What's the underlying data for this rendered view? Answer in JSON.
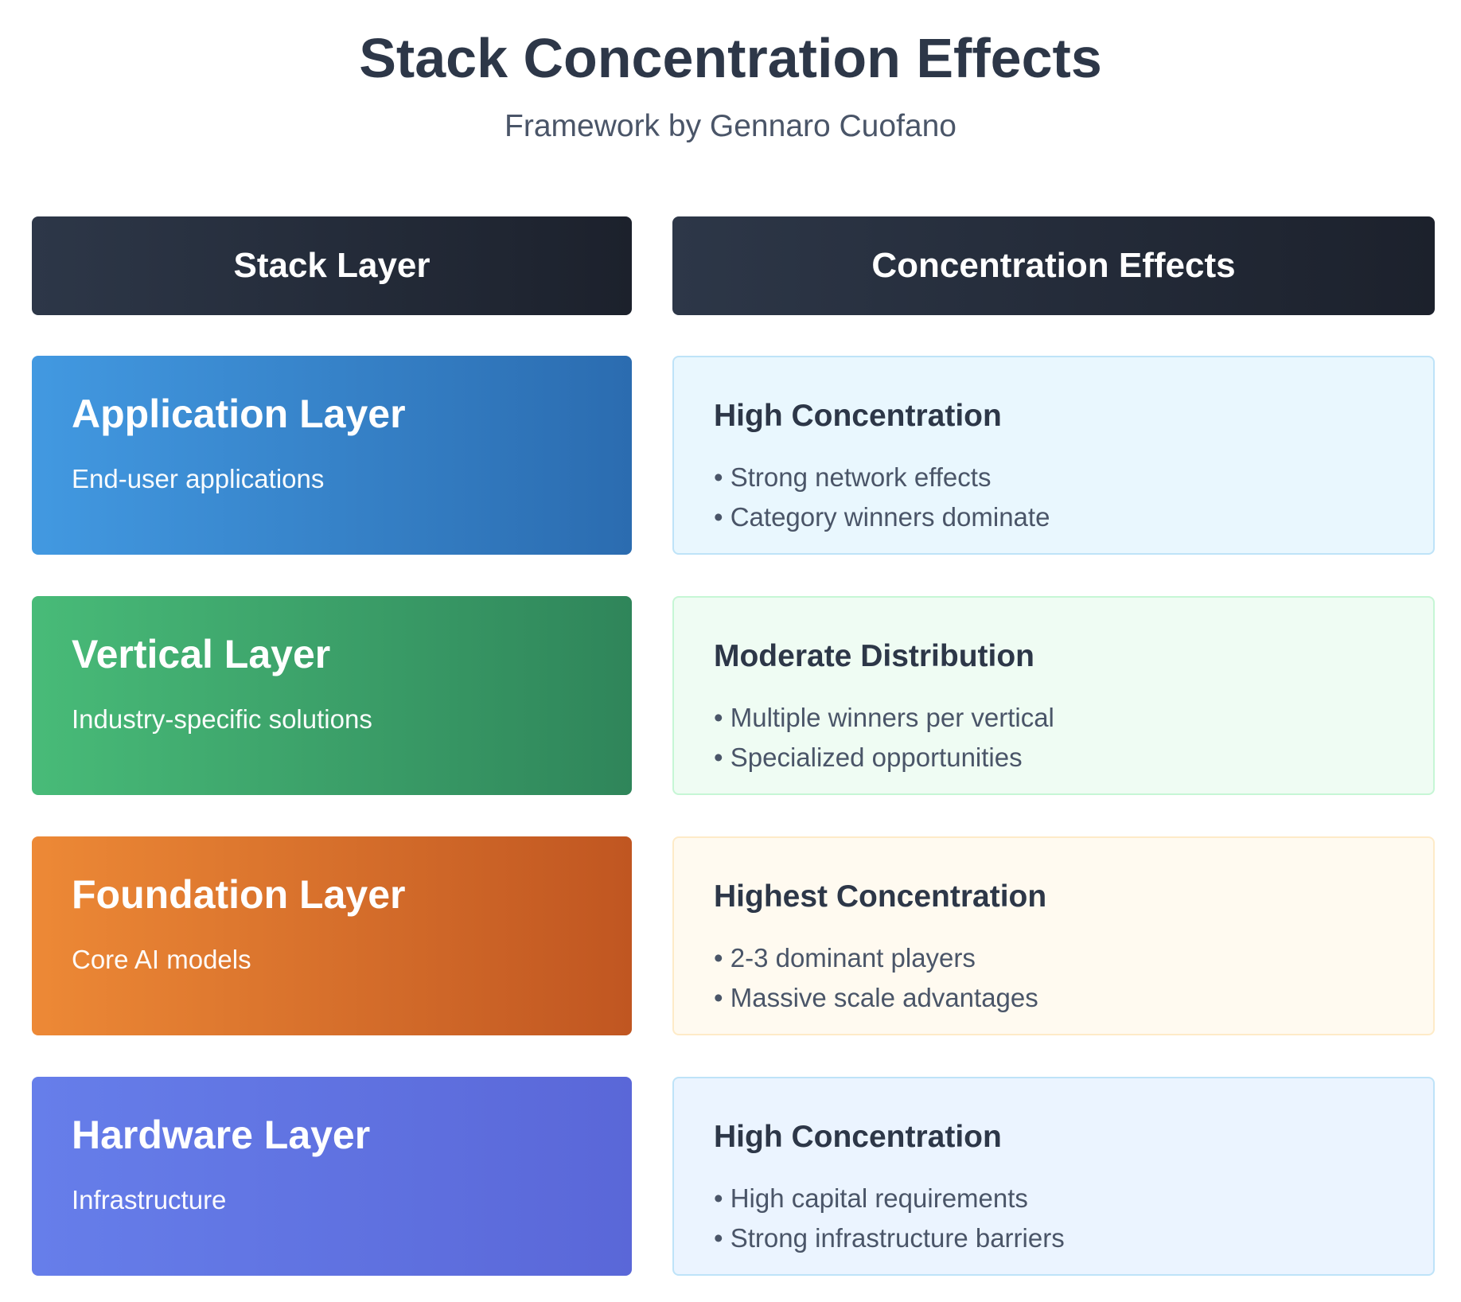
{
  "header": {
    "title": "Stack Concentration Effects",
    "subtitle": "Framework by Gennaro Cuofano"
  },
  "columns": {
    "left": "Stack Layer",
    "right": "Concentration Effects"
  },
  "rows": [
    {
      "layer": "Application Layer",
      "description": "End-user applications",
      "effect": "High Concentration",
      "bullets": [
        "• Strong network effects",
        "• Category winners dominate"
      ],
      "color": "#3182ce"
    },
    {
      "layer": "Vertical Layer",
      "description": "Industry-specific solutions",
      "effect": "Moderate Distribution",
      "bullets": [
        "• Multiple winners per vertical",
        "• Specialized opportunities"
      ],
      "color": "#38a169"
    },
    {
      "layer": "Foundation Layer",
      "description": "Core AI models",
      "effect": "Highest Concentration",
      "bullets": [
        "• 2-3 dominant players",
        "• Massive scale advantages"
      ],
      "color": "#dd6b20"
    },
    {
      "layer": "Hardware Layer",
      "description": "Infrastructure",
      "effect": "High Concentration",
      "bullets": [
        "• High capital requirements",
        "• Strong infrastructure barriers"
      ],
      "color": "#5a67d8"
    }
  ]
}
